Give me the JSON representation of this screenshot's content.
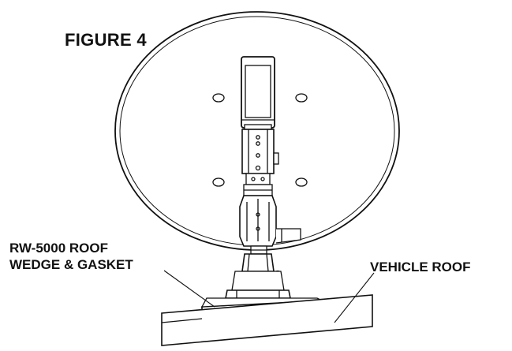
{
  "figure": {
    "title": "FIGURE 4"
  },
  "labels": {
    "wedge_line1": "RW-5000 ROOF",
    "wedge_line2": "WEDGE & GASKET",
    "roof": "VEHICLE ROOF"
  },
  "colors": {
    "ink": "#111111",
    "background": "#ffffff"
  }
}
